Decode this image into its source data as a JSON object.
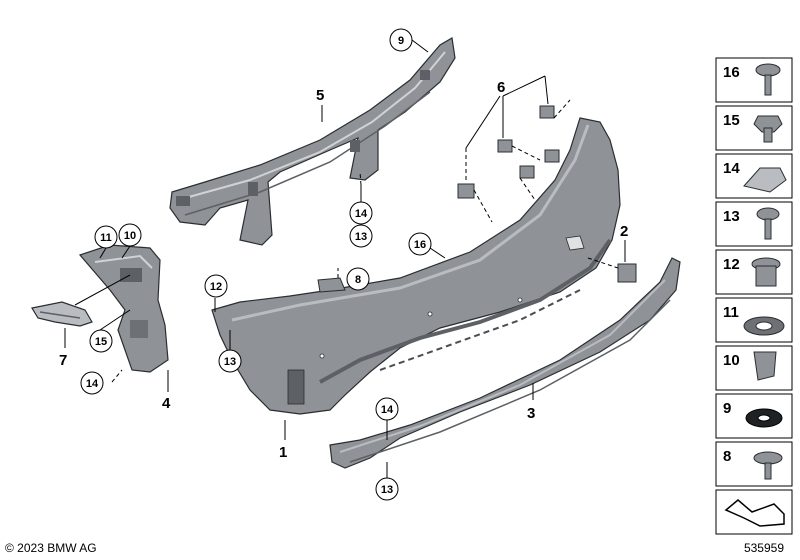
{
  "diagram": {
    "part_labels": [
      "1",
      "2",
      "3",
      "4",
      "5",
      "6",
      "7"
    ],
    "circled_labels": [
      "9",
      "14",
      "13",
      "16",
      "8",
      "12",
      "13",
      "11",
      "10",
      "15",
      "14",
      "14",
      "13"
    ],
    "sidebar_numbers": [
      "16",
      "15",
      "14",
      "13",
      "12",
      "11",
      "10",
      "9",
      "8"
    ]
  },
  "footer": {
    "copyright": "© 2023 BMW AG",
    "doc_number": "535959"
  },
  "colors": {
    "part_fill": "#8f9297",
    "part_dark": "#5d6166",
    "part_light": "#b9bcc0",
    "line": "#000000"
  }
}
